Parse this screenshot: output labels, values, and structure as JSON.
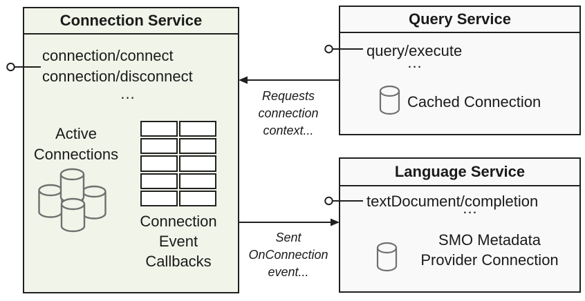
{
  "connection_service": {
    "title": "Connection Service",
    "methods": [
      "connection/connect",
      "connection/disconnect"
    ],
    "ellipsis": "...",
    "active_connections_label": [
      "Active",
      "Connections"
    ],
    "callbacks_label": [
      "Connection",
      "Event",
      "Callbacks"
    ]
  },
  "query_service": {
    "title": "Query Service",
    "methods": [
      "query/execute"
    ],
    "ellipsis": "...",
    "cached_connection_label": "Cached Connection"
  },
  "language_service": {
    "title": "Language Service",
    "methods": [
      "textDocument/completion"
    ],
    "ellipsis": "...",
    "provider_label": [
      "SMO Metadata",
      "Provider Connection"
    ]
  },
  "annotations": {
    "requests": [
      "Requests",
      "connection",
      "context..."
    ],
    "sent": [
      "Sent",
      "OnConnection",
      "event..."
    ]
  },
  "icons": {
    "interface_connector": "lollipop-circle-with-line",
    "database": "cylinder",
    "database_cluster": "four-overlapping-cylinders",
    "callback_table": "2x5-grid",
    "requests_arrow": "arrow-pointing-left",
    "event_arrow": "arrow-pointing-right"
  },
  "colors": {
    "connection_fill": "#f1f4e8",
    "service_fill": "#f9f9f9",
    "border_color": "#1f1f1f",
    "cylinder_stroke": "#6f6f6f",
    "text_color": "#1a1a1a"
  }
}
